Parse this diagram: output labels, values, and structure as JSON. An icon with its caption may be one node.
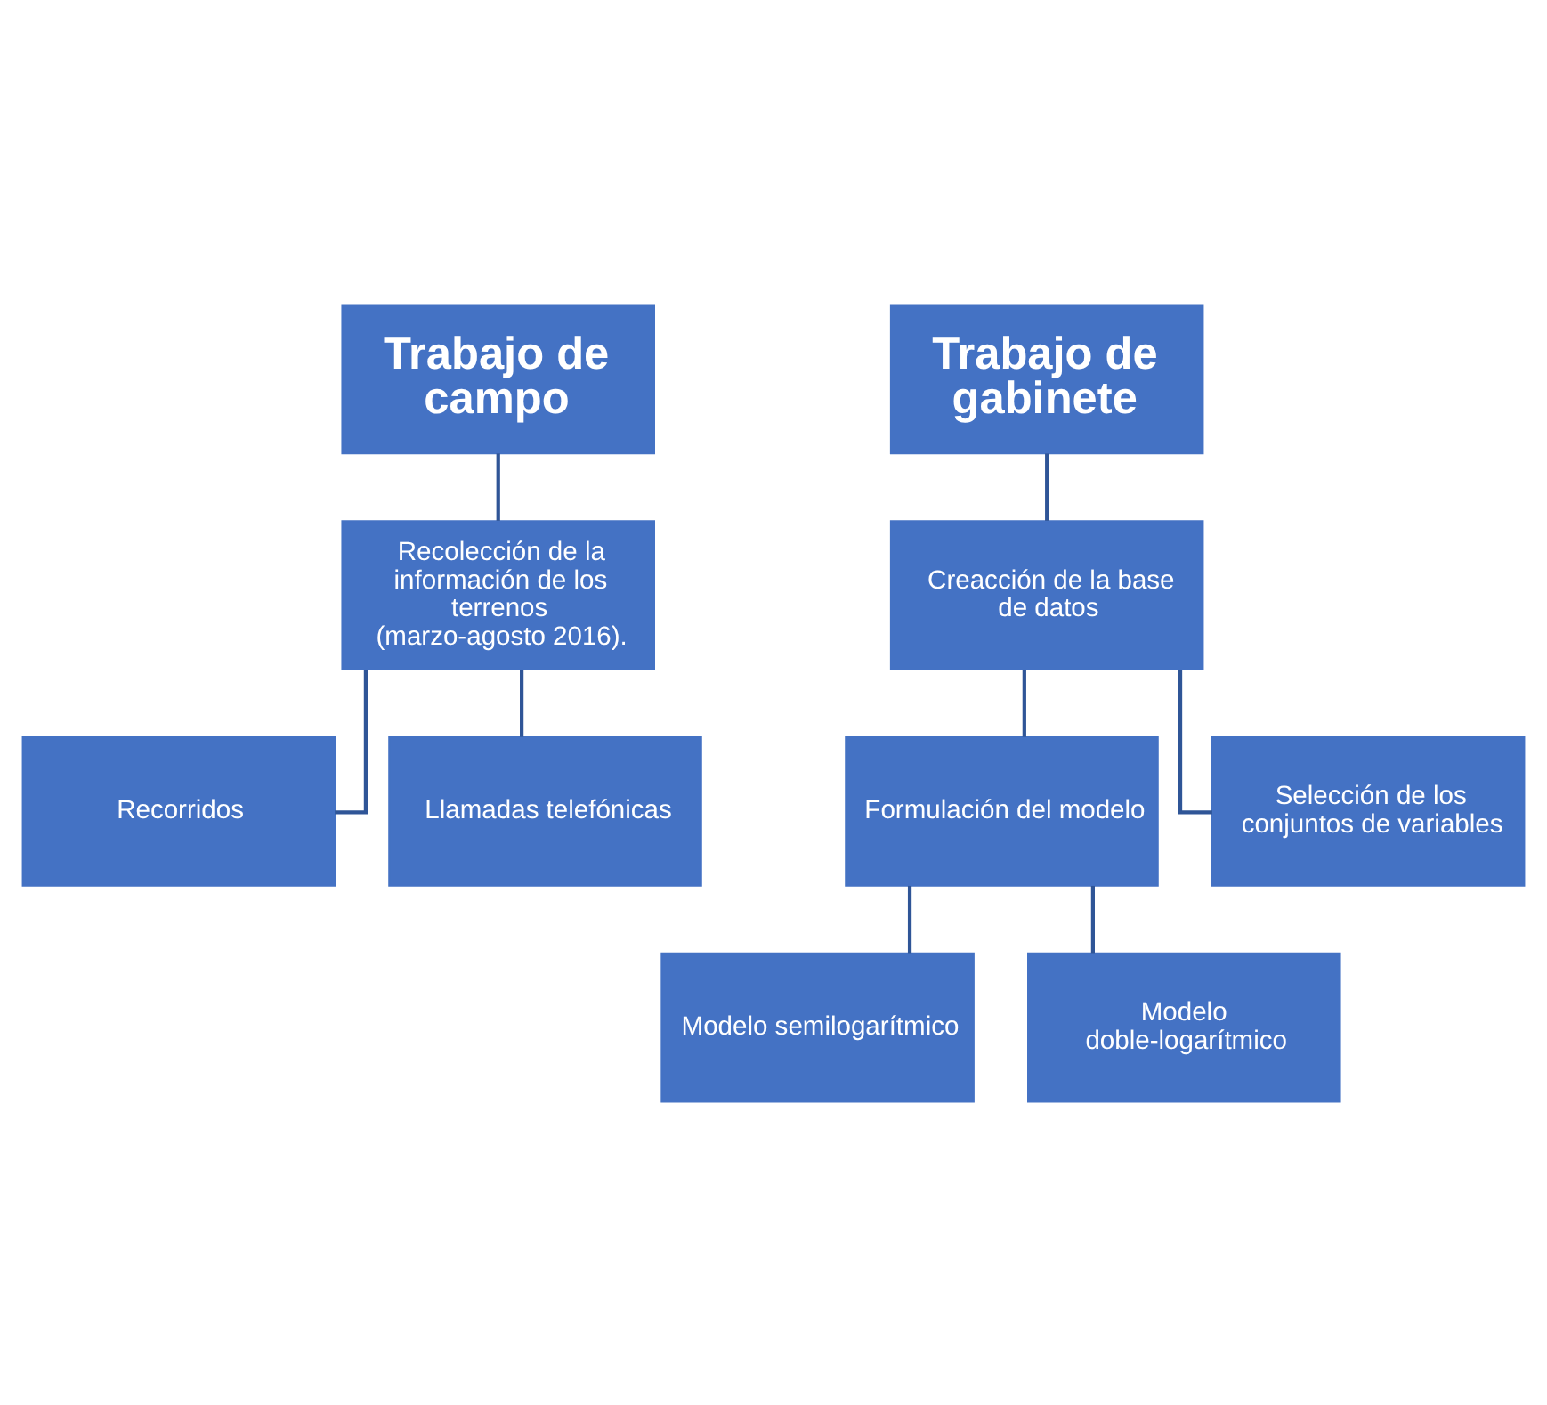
{
  "diagram": {
    "nodes": [
      {
        "text": [
          "Trabajo de campo"
        ]
      },
      {
        "text": [
          "Recolección de la información de los terrenos",
          "(marzo-agosto 2016)."
        ]
      },
      {
        "text": [
          "Recorridos"
        ]
      },
      {
        "text": [
          "Llamadas telefónicas"
        ]
      },
      {
        "text": [
          "Trabajo de gabinete"
        ]
      },
      {
        "text": [
          "Creacción de la base de datos"
        ]
      },
      {
        "text": [
          "Formulación del modelo"
        ]
      },
      {
        "text": [
          "Selección de los conjuntos de variables"
        ]
      },
      {
        "text": [
          "Modelo semilogarítmico"
        ]
      },
      {
        "text": [
          "Modelo doble-logarítmico"
        ]
      }
    ],
    "edges": [
      {
        "from": 0,
        "to": 1,
        "arrow": "none"
      },
      {
        "from": 1,
        "to": 2,
        "arrow": "none"
      },
      {
        "from": 1,
        "to": 3,
        "arrow": "none"
      },
      {
        "from": 4,
        "to": 5,
        "arrow": "none"
      },
      {
        "from": 5,
        "to": 6,
        "arrow": "none"
      },
      {
        "from": 5,
        "to": 7,
        "arrow": "none"
      },
      {
        "from": 6,
        "to": 8,
        "arrow": "none"
      },
      {
        "from": 6,
        "to": 9,
        "arrow": "none"
      }
    ]
  }
}
